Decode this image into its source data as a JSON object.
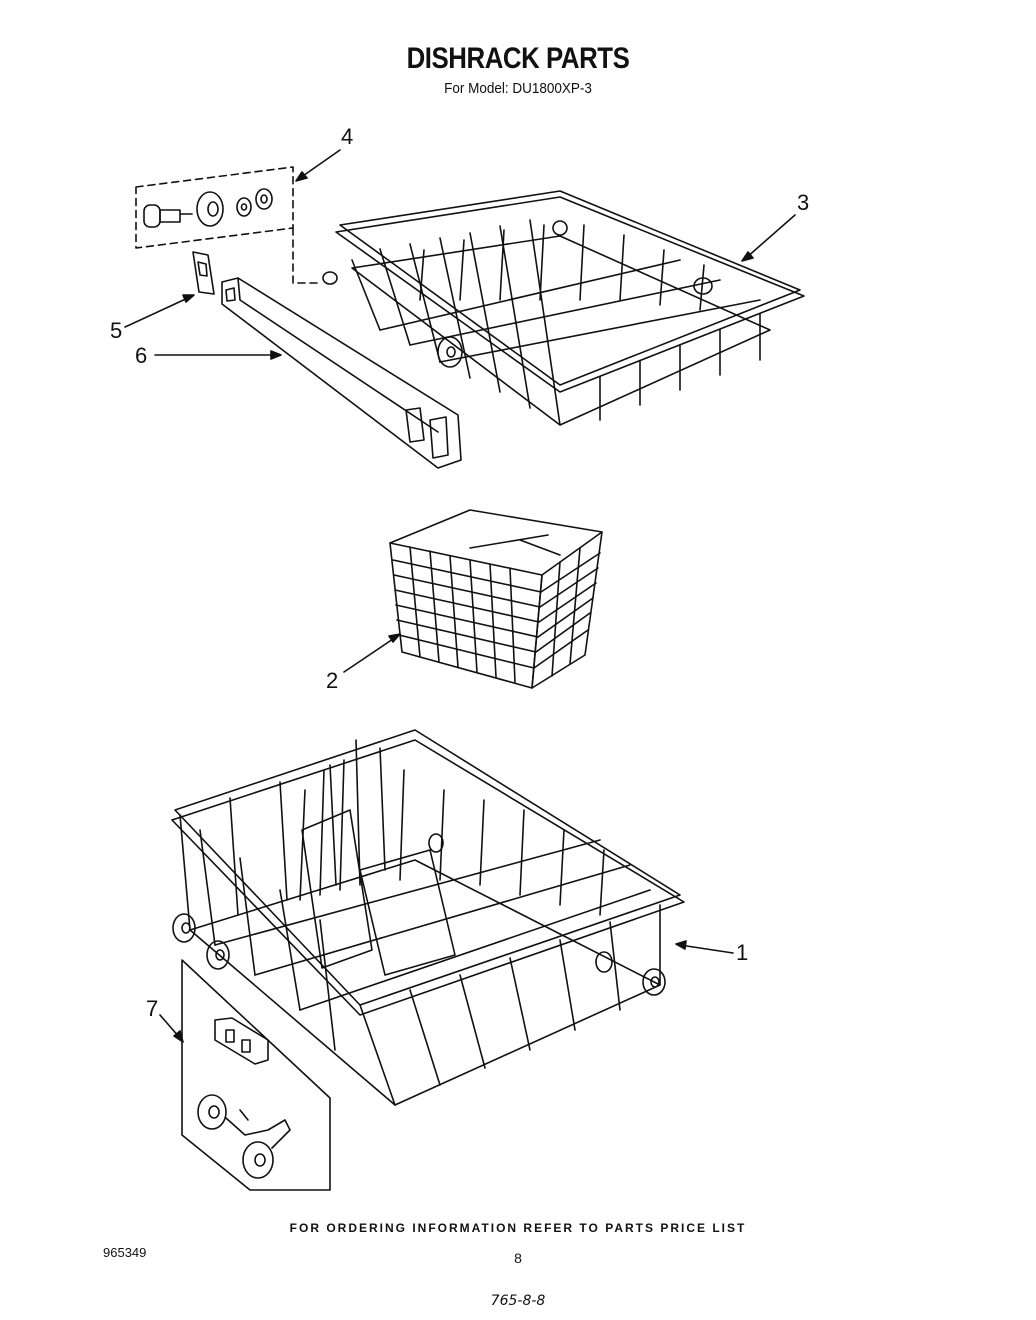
{
  "header": {
    "title": "DISHRACK PARTS",
    "subtitle": "For Model: DU1800XP-3"
  },
  "callouts": {
    "c1": "1",
    "c2": "2",
    "c3": "3",
    "c4": "4",
    "c5": "5",
    "c6": "6",
    "c7": "7"
  },
  "footer": {
    "ordering_note": "FOR ORDERING INFORMATION REFER TO PARTS PRICE LIST",
    "document_number": "965349",
    "page_number": "8",
    "handwritten_code": "765-8-8"
  }
}
